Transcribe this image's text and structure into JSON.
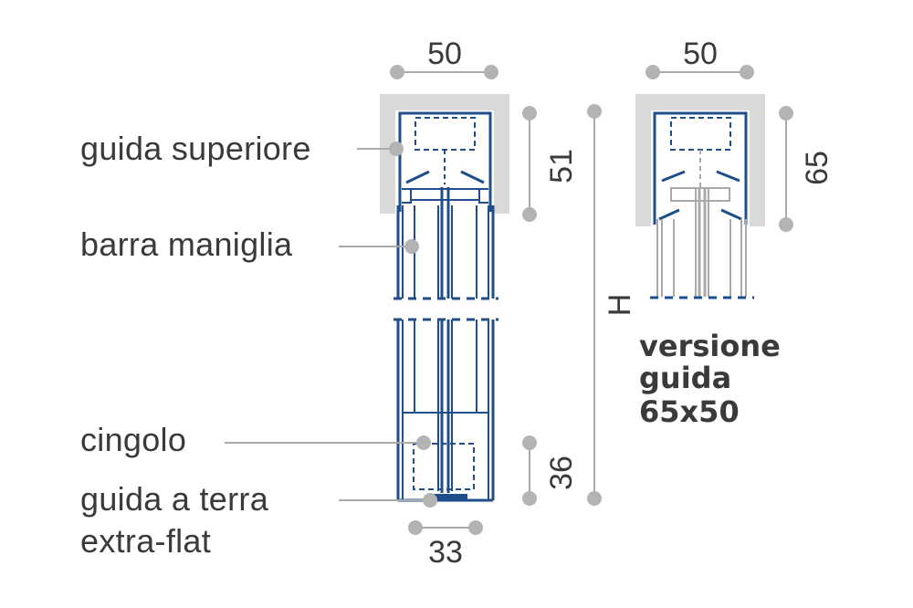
{
  "labels": {
    "top_guide": "guida superiore",
    "handle_bar": "barra maniglia",
    "belt": "cingolo",
    "floor_guide_line1": "guida a terra",
    "floor_guide_line2": "extra-flat"
  },
  "dimensions": {
    "main_width": "50",
    "main_top_height": "51",
    "main_bottom_height": "36",
    "main_bottom_width": "33",
    "total_height": "H",
    "alt_width": "50",
    "alt_height": "65"
  },
  "alt_version": {
    "line1": "versione",
    "line2": "guida",
    "line3": "65x50"
  },
  "colors": {
    "profile_blue": "#1f4e8c",
    "housing_grey": "#d9d9d9",
    "dimension_grey": "#b3b3b3",
    "text": "#3a3a3a"
  }
}
